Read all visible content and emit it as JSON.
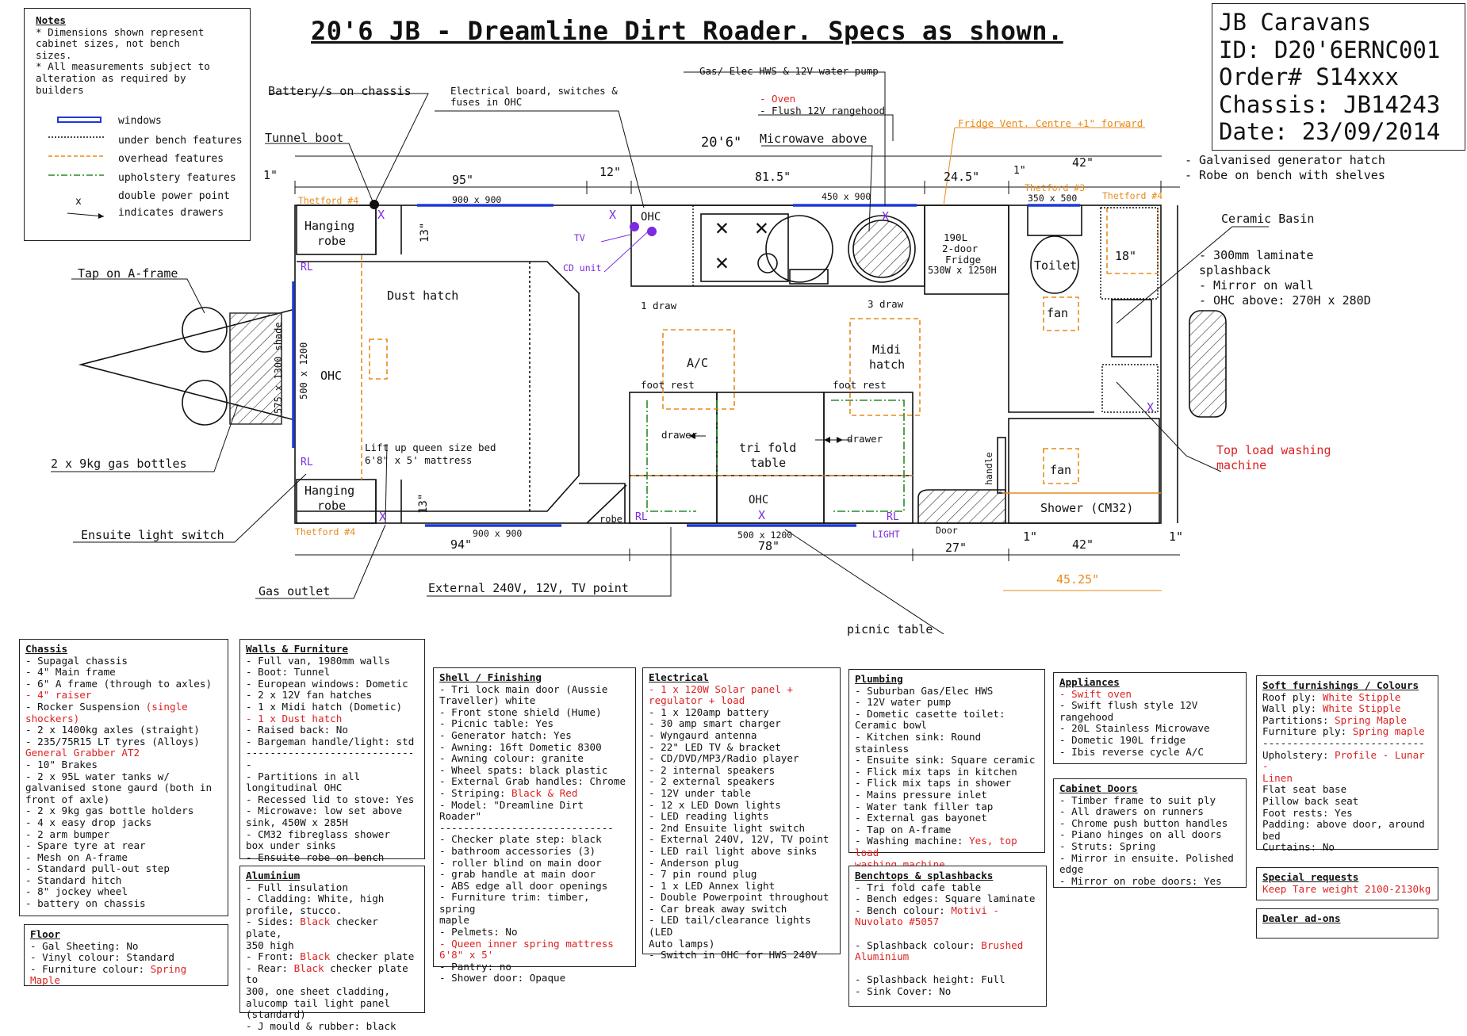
{
  "title": "20'6 JB - Dreamline Dirt Roader. Specs as shown.",
  "id_box": [
    "JB Caravans",
    "ID: D20'6ERNC001",
    "Order# S14xxx",
    "Chassis: JB14243",
    "Date: 23/09/2014"
  ],
  "notes": {
    "heading": "Notes",
    "text": "* Dimensions shown represent\ncabinet sizes, not bench\nsizes.\n* All measurements subject to\nalteration as required by\nbuilders",
    "legend": [
      "windows",
      "under bench features",
      "overhead features",
      "upholstery features",
      "double power point",
      "indicates drawers"
    ],
    "x_glyph": "x"
  },
  "colors": {
    "orange": "#e88a1a",
    "purple": "#7b2be0",
    "red": "#d22222",
    "blue": "#1e3ad6",
    "green": "#2a8a2a"
  },
  "plan_labels": {
    "battery": "Battery/s on chassis",
    "electrical": "Electrical board, switches &",
    "electrical2": "fuses in OHC",
    "hws": "Gas/ Elec HWS & 12V water pump",
    "oven": "- Oven",
    "rangehood": "- Flush 12V rangehood",
    "fridge_vent": "Fridge Vent. Centre +1\" forward",
    "tunnel": "Tunnel boot",
    "microwave": "Microwave above",
    "gen_hatch": "- Galvanised generator hatch",
    "robe_bench": "- Robe on bench with shelves",
    "ceramic": "Ceramic Basin",
    "sp1": "- 300mm laminate",
    "sp2": "splashback",
    "sp3": "- Mirror on wall",
    "sp4": "- OHC above: 270H x 280D",
    "tap": "Tap on A-frame",
    "gas_bottles": "2 x 9kg gas bottles",
    "ens_switch": "Ensuite light switch",
    "gas_outlet": "Gas outlet",
    "ext_point": "External 240V, 12V, TV point",
    "picnic": "picnic table",
    "washing": "Top load washing",
    "washing2": "machine",
    "hanging": "Hanging",
    "robe": "robe",
    "dust": "Dust hatch",
    "ohc": "OHC",
    "rl": "RL",
    "bed1": "Lift up queen size bed",
    "bed2": "6'8\" x 5' mattress",
    "shade": "575 x 1300 shade",
    "win500": "500 x 1200",
    "tv": "TV",
    "cd": "CD unit",
    "draw1": "1 draw",
    "draw3": "3 draw",
    "fridge1": "190L",
    "fridge2": "2-door",
    "fridge3": "Fridge",
    "fridge4": "530W x 1250H",
    "toilet": "Toilet",
    "fan": "fan",
    "ac": "A/C",
    "midi1": "Midi",
    "midi2": "hatch",
    "footrest": "foot rest",
    "drawer": "drawer",
    "trifold1": "tri fold",
    "trifold2": "table",
    "shower": "Shower (CM32)",
    "handle": "handle",
    "door": "Door",
    "light": "LIGHT",
    "robe_small": "robe",
    "th4": "Thetford #4",
    "th3": "Thetford #3",
    "w900": "900 x 900",
    "w450": "450 x 900",
    "w350": "350 x 500",
    "w500b": "500 x 1200",
    "d206": "20'6\"",
    "d95": "95\"",
    "d12": "12\"",
    "d815": "81.5\"",
    "d245": "24.5\"",
    "d42": "42\"",
    "d1": "1\"",
    "d13": "13\"",
    "d18": "18\"",
    "d94": "94\"",
    "d78": "78\"",
    "d27": "27\"",
    "d4525": "45.25\"",
    "x": "X"
  },
  "panels": {
    "chassis": {
      "heading": "Chassis",
      "lines": [
        {
          "t": "- Supagal chassis"
        },
        {
          "t": "- 4\" Main frame"
        },
        {
          "t": "- 6\" A frame (through to axles)"
        },
        {
          "t": "- 4\" raiser",
          "red": true
        },
        {
          "t": "- Rocker Suspension ",
          "r": "(single"
        },
        {
          "t": "shockers)",
          "red": true
        },
        {
          "t": "- 2 x 1400kg axles (straight)"
        },
        {
          "t": "- 235/75R15 LT tyres (Alloys)"
        },
        {
          "t": "General Grabber AT2",
          "red": true
        },
        {
          "t": "- 10\" Brakes"
        },
        {
          "t": "- 2 x 95L water tanks w/"
        },
        {
          "t": "galvanised stone gaurd (both in"
        },
        {
          "t": "front of axle)"
        },
        {
          "t": "- 2 x 9kg gas bottle holders"
        },
        {
          "t": "- 4 x easy drop jacks"
        },
        {
          "t": "- 2 arm bumper"
        },
        {
          "t": "- Spare tyre at rear"
        },
        {
          "t": "- Mesh on A-frame"
        },
        {
          "t": "- Standard pull-out step"
        },
        {
          "t": "- Standard hitch"
        },
        {
          "t": "- 8\" jockey wheel"
        },
        {
          "t": "- battery on chassis"
        }
      ]
    },
    "floor": {
      "heading": "Floor",
      "lines": [
        {
          "t": "- Gal Sheeting: No"
        },
        {
          "t": "- Vinyl colour: Standard"
        },
        {
          "t": "- Furniture colour: ",
          "r": "Spring Maple"
        }
      ]
    },
    "walls": {
      "heading": "Walls & Furniture",
      "lines": [
        {
          "t": "- Full van, 1980mm walls"
        },
        {
          "t": "- Boot: Tunnel"
        },
        {
          "t": "- European windows: Dometic"
        },
        {
          "t": "- 2 x 12V fan hatches"
        },
        {
          "t": "- 1 x Midi hatch (Dometic)"
        },
        {
          "t": "- 1 x Dust hatch",
          "red": true
        },
        {
          "t": "- Raised back: No"
        },
        {
          "t": "- Bargeman handle/light: std"
        },
        {
          "t": "-----------------------------"
        },
        {
          "t": "- Partitions in all"
        },
        {
          "t": "longitudinal OHC"
        },
        {
          "t": "- Recessed lid to stove: Yes"
        },
        {
          "t": "- Microwave: low set above"
        },
        {
          "t": "sink, 450W x 285H"
        },
        {
          "t": "- CM32 fibreglass shower"
        },
        {
          "t": "box under sinks"
        },
        {
          "t": "- Ensuite robe on bench"
        }
      ]
    },
    "aluminium": {
      "heading": "Aluminium",
      "lines": [
        {
          "t": "- Full insulation"
        },
        {
          "t": "- Cladding: White, high"
        },
        {
          "t": "profile, stucco."
        },
        {
          "t": "- Sides: ",
          "r": "Black",
          "t2": " checker plate,"
        },
        {
          "t": "350 high"
        },
        {
          "t": "- Front: ",
          "r": "Black",
          "t2": " checker plate"
        },
        {
          "t": "- Rear: ",
          "r": "Black",
          "t2": " checker plate to"
        },
        {
          "t": "300, one sheet cladding,"
        },
        {
          "t": "alucomp tail light panel"
        },
        {
          "t": "(standard)"
        },
        {
          "t": "- J mould & rubber: black"
        }
      ]
    },
    "shell": {
      "heading": "Shell / Finishing",
      "lines": [
        {
          "t": "- Tri lock main door (Aussie"
        },
        {
          "t": "Traveller) white"
        },
        {
          "t": "- Front stone shield (Hume)"
        },
        {
          "t": "- Picnic table: Yes"
        },
        {
          "t": "- Generator hatch: Yes"
        },
        {
          "t": "- Awning: 16ft Dometic 8300"
        },
        {
          "t": "- Awning colour: granite"
        },
        {
          "t": "- Wheel spats: black plastic"
        },
        {
          "t": "- External Grab handles: Chrome"
        },
        {
          "t": "- Striping: ",
          "r": "Black & Red"
        },
        {
          "t": "- Model: \"Dreamline Dirt Roader\""
        },
        {
          "t": "-----------------------------"
        },
        {
          "t": "- Checker plate step: black"
        },
        {
          "t": "- bathroom accessories (3)"
        },
        {
          "t": "- roller blind on main door"
        },
        {
          "t": "- grab handle at main door"
        },
        {
          "t": "- ABS edge all door openings"
        },
        {
          "t": "- Furniture trim: timber, spring"
        },
        {
          "t": "maple"
        },
        {
          "t": "- Pelmets: No"
        },
        {
          "t": "- Queen inner spring mattress",
          "red": true
        },
        {
          "t": "6'8\" x 5'",
          "red": true
        },
        {
          "t": "- Pantry: no"
        },
        {
          "t": "- Shower door: Opaque"
        }
      ]
    },
    "electrical": {
      "heading": "Electrical",
      "lines": [
        {
          "t": "- 1 x 120W Solar panel +",
          "red": true
        },
        {
          "t": "regulator + load",
          "red": true
        },
        {
          "t": "- 1 x 120amp battery"
        },
        {
          "t": "- 30 amp smart charger"
        },
        {
          "t": "- Wyngaurd antenna"
        },
        {
          "t": "- 22\" LED TV & bracket"
        },
        {
          "t": "- CD/DVD/MP3/Radio player"
        },
        {
          "t": "- 2 internal speakers"
        },
        {
          "t": "- 2 external speakers"
        },
        {
          "t": "- 12V under table"
        },
        {
          "t": "- 12 x LED Down lights"
        },
        {
          "t": "- LED reading lights"
        },
        {
          "t": "- 2nd Ensuite light switch"
        },
        {
          "t": "- External 240V, 12V, TV point"
        },
        {
          "t": "- LED rail light above sinks"
        },
        {
          "t": "- Anderson plug"
        },
        {
          "t": "- 7 pin round plug"
        },
        {
          "t": "- 1 x LED Annex light"
        },
        {
          "t": "- Double Powerpoint throughout"
        },
        {
          "t": "- Car break away switch"
        },
        {
          "t": "- LED tail/clearance lights (LED"
        },
        {
          "t": "Auto lamps)"
        },
        {
          "t": "- Switch in OHC for HWS 240V"
        }
      ]
    },
    "plumbing": {
      "heading": "Plumbing",
      "lines": [
        {
          "t": "- Suburban Gas/Elec HWS"
        },
        {
          "t": "- 12V water pump"
        },
        {
          "t": "- Dometic casette toilet:"
        },
        {
          "t": "Ceramic bowl"
        },
        {
          "t": "- Kitchen sink: Round stainless"
        },
        {
          "t": "- Ensuite sink: Square ceramic"
        },
        {
          "t": "- Flick mix taps in kitchen"
        },
        {
          "t": "- Flick mix taps in shower"
        },
        {
          "t": "- Mains pressure inlet"
        },
        {
          "t": "- Water tank filler tap"
        },
        {
          "t": "- External gas bayonet"
        },
        {
          "t": "- Tap on A-frame"
        },
        {
          "t": "- Washing machine: ",
          "r": "Yes, top load"
        },
        {
          "t": "washing machine",
          "red": true
        }
      ]
    },
    "benchtops": {
      "heading": "Benchtops & splashbacks",
      "lines": [
        {
          "t": "- Tri fold cafe table"
        },
        {
          "t": "- Bench edges: Square laminate"
        },
        {
          "t": "- Bench colour: ",
          "r": "Motivi -"
        },
        {
          "t": "Nuvolato #5057",
          "red": true
        },
        {
          "t": ""
        },
        {
          "t": "- Splashback colour: ",
          "r": "Brushed"
        },
        {
          "t": "Aluminium",
          "red": true
        },
        {
          "t": ""
        },
        {
          "t": "- Splashback height: Full"
        },
        {
          "t": "- Sink Cover: No"
        }
      ]
    },
    "appliances": {
      "heading": "Appliances",
      "lines": [
        {
          "t": "- Swift oven",
          "red": true
        },
        {
          "t": "- Swift flush style 12V"
        },
        {
          "t": "rangehood"
        },
        {
          "t": "- 20L Stainless Microwave"
        },
        {
          "t": "- Dometic 190L fridge"
        },
        {
          "t": "- Ibis reverse cycle A/C"
        }
      ]
    },
    "cabinet": {
      "heading": "Cabinet Doors",
      "lines": [
        {
          "t": "- Timber frame to suit ply"
        },
        {
          "t": "- All drawers on runners"
        },
        {
          "t": "- Chrome push button handles"
        },
        {
          "t": "- Piano hinges on all doors"
        },
        {
          "t": "- Struts: Spring"
        },
        {
          "t": "- Mirror in ensuite. Polished"
        },
        {
          "t": "edge"
        },
        {
          "t": "- Mirror on robe doors: Yes"
        }
      ]
    },
    "soft": {
      "heading": "Soft furnishings / Colours",
      "lines": [
        {
          "t": "Roof ply: ",
          "r": "White Stipple"
        },
        {
          "t": "Wall ply: ",
          "r": "White Stipple"
        },
        {
          "t": "Partitions: ",
          "r": "Spring Maple"
        },
        {
          "t": "Furniture ply: ",
          "r": "Spring maple"
        },
        {
          "t": "---------------------------"
        },
        {
          "t": "Upholstery: ",
          "r": "Profile - Lunar -"
        },
        {
          "t": "Linen",
          "red": true
        },
        {
          "t": "Flat seat base"
        },
        {
          "t": "Pillow back seat"
        },
        {
          "t": "Foot rests: Yes"
        },
        {
          "t": "Padding: above door, around"
        },
        {
          "t": "bed"
        },
        {
          "t": "Curtains: No"
        }
      ]
    },
    "special": {
      "heading": "Special requests",
      "lines": [
        {
          "t": "Keep Tare weight 2100-2130kg",
          "red": true
        }
      ]
    },
    "dealer": {
      "heading": "Dealer ad-ons",
      "lines": []
    }
  }
}
